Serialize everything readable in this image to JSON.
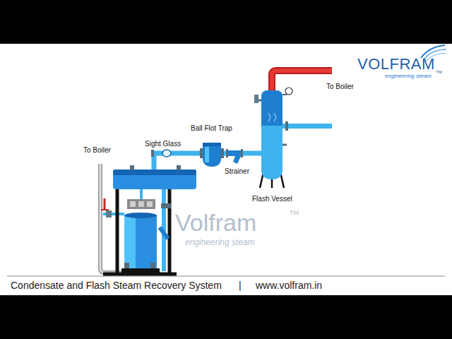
{
  "diagram": {
    "caption": "Condensate and Flash Steam Recovery System",
    "labels": [
      "To Boiler",
      "To Boiler",
      "Sight Glass",
      "Ball Flot Trap",
      "Strainer",
      "Flash Vessel",
      "|",
      "www.volfram.in",
      "VOLFRAM",
      "engineering steam",
      "TM",
      "Volfram",
      "engineering steam",
      "TM"
    ]
  }
}
